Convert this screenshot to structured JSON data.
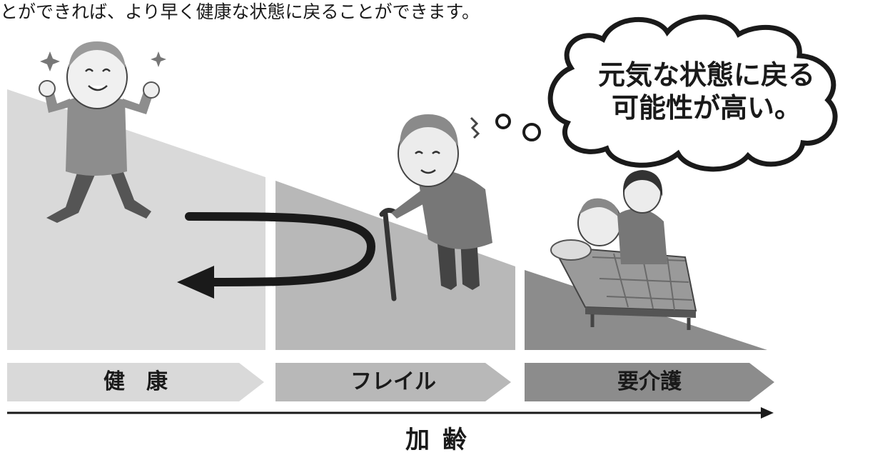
{
  "intro": {
    "text": "とができれば、より早く健康な状態に戻ることができます。"
  },
  "thought_bubble": {
    "line1": "元気な状態に戻る",
    "line2": "可能性が高い。"
  },
  "stages": [
    {
      "label": "健　康"
    },
    {
      "label": "フレイル"
    },
    {
      "label": "要介護"
    }
  ],
  "axis": {
    "label": "加齢"
  },
  "colors": {
    "stage_healthy": "#d6d6d6",
    "stage_frail": "#b3b3b3",
    "stage_care": "#8a8a8a",
    "arrow": "#1a1a1a",
    "bubble_fill": "#ffffff",
    "bubble_stroke": "#1a1a1a"
  }
}
